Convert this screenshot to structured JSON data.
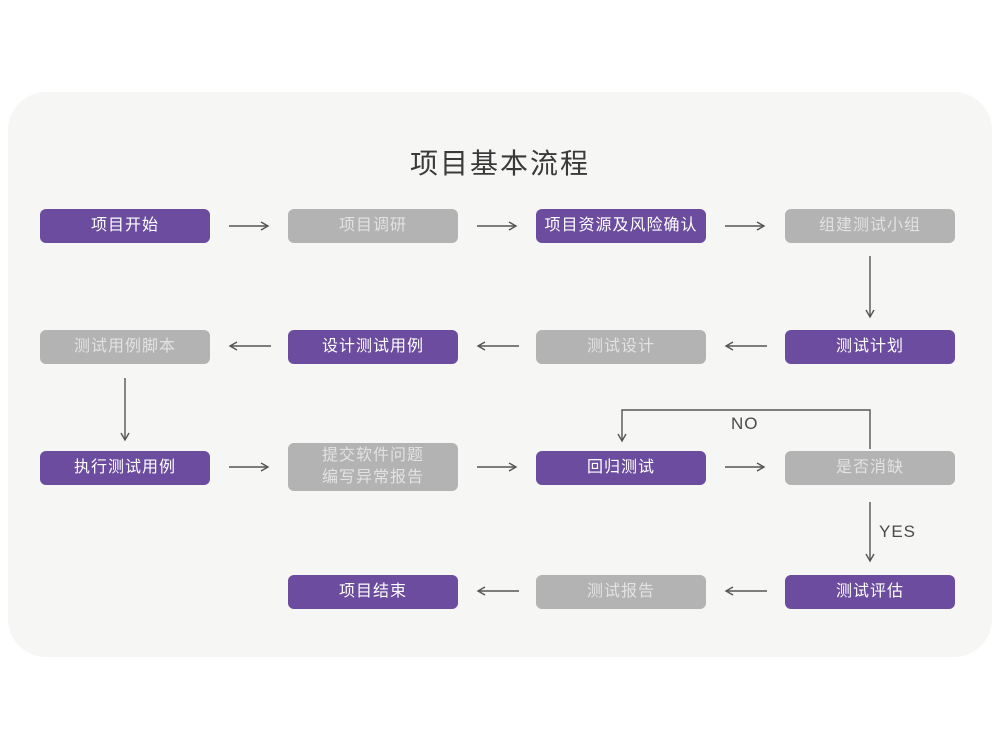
{
  "page": {
    "title": "项目基本流程"
  },
  "colors": {
    "accent_purple": "#6b4c9e",
    "node_gray": "#b3b3b3",
    "card_background": "#f6f6f5",
    "line": "#555555"
  },
  "flow": {
    "decision_labels": {
      "no": "NO",
      "yes": "YES"
    },
    "nodes": [
      {
        "id": "project-start",
        "label": "项目开始",
        "variant": "purple",
        "row": 0,
        "col": 0
      },
      {
        "id": "project-research",
        "label": "项目调研",
        "variant": "gray",
        "row": 0,
        "col": 1
      },
      {
        "id": "resource-risk",
        "label": "项目资源及风险确认",
        "variant": "purple",
        "row": 0,
        "col": 2
      },
      {
        "id": "build-test-team",
        "label": "组建测试小组",
        "variant": "gray",
        "row": 0,
        "col": 3
      },
      {
        "id": "test-case-script",
        "label": "测试用例脚本",
        "variant": "gray",
        "row": 1,
        "col": 0
      },
      {
        "id": "design-test-case",
        "label": "设计测试用例",
        "variant": "purple",
        "row": 1,
        "col": 1
      },
      {
        "id": "test-design",
        "label": "测试设计",
        "variant": "gray",
        "row": 1,
        "col": 2
      },
      {
        "id": "test-plan",
        "label": "测试计划",
        "variant": "purple",
        "row": 1,
        "col": 3
      },
      {
        "id": "execute-test-case",
        "label": "执行测试用例",
        "variant": "purple",
        "row": 2,
        "col": 0
      },
      {
        "id": "submit-issue-report",
        "label": "提交软件问题\n编写异常报告",
        "variant": "gray",
        "row": 2,
        "col": 1
      },
      {
        "id": "regression-test",
        "label": "回归测试",
        "variant": "purple",
        "row": 2,
        "col": 2
      },
      {
        "id": "defect-cleared",
        "label": "是否消缺",
        "variant": "gray",
        "row": 2,
        "col": 3
      },
      {
        "id": "project-end",
        "label": "项目结束",
        "variant": "purple",
        "row": 3,
        "col": 1
      },
      {
        "id": "test-report",
        "label": "测试报告",
        "variant": "gray",
        "row": 3,
        "col": 2
      },
      {
        "id": "test-evaluate",
        "label": "测试评估",
        "variant": "purple",
        "row": 3,
        "col": 3
      }
    ]
  }
}
